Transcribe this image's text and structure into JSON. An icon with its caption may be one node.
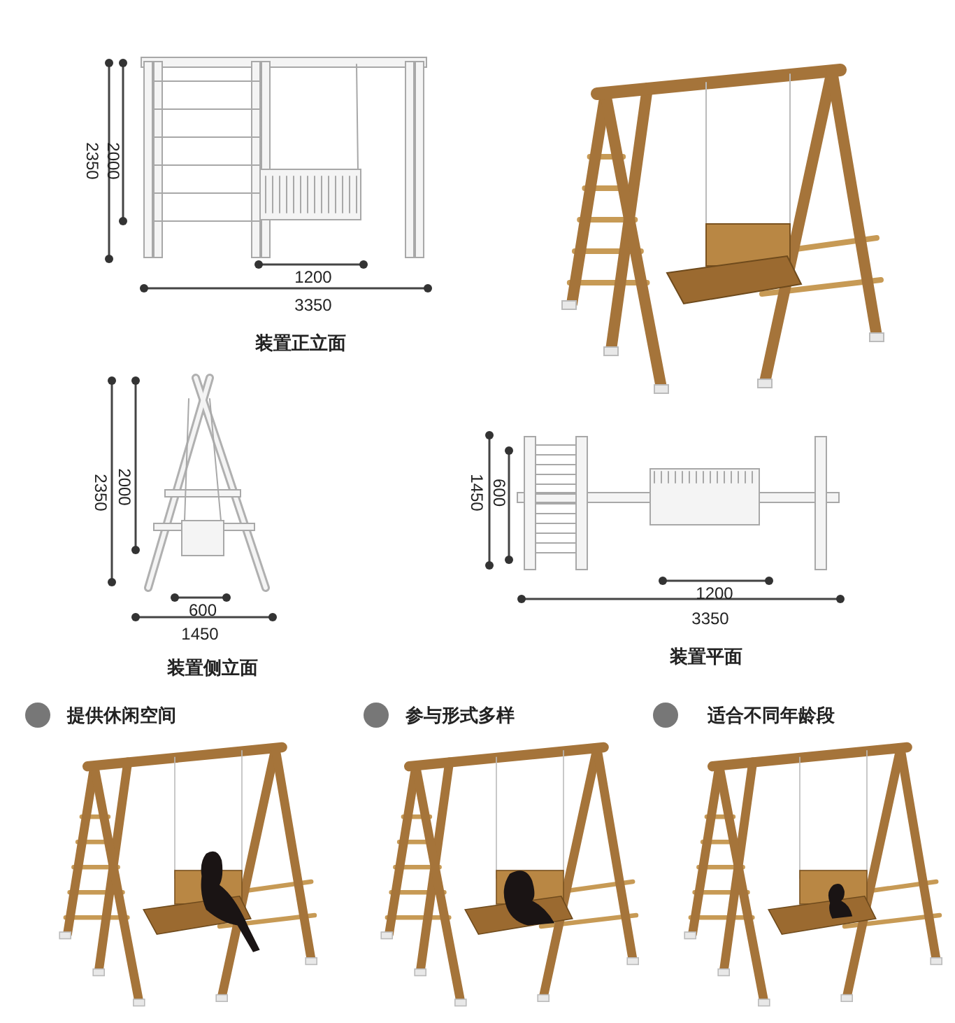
{
  "diagram": {
    "labels": [
      "2350",
      "2000",
      "1200",
      "3350",
      "装置正立面",
      "2350",
      "2000",
      "600",
      "1450",
      "装置侧立面",
      "1450",
      "600",
      "1200",
      "3350",
      "装置平面",
      "提供休闲空间",
      "参与形式多样",
      "适合不同年龄段"
    ]
  }
}
